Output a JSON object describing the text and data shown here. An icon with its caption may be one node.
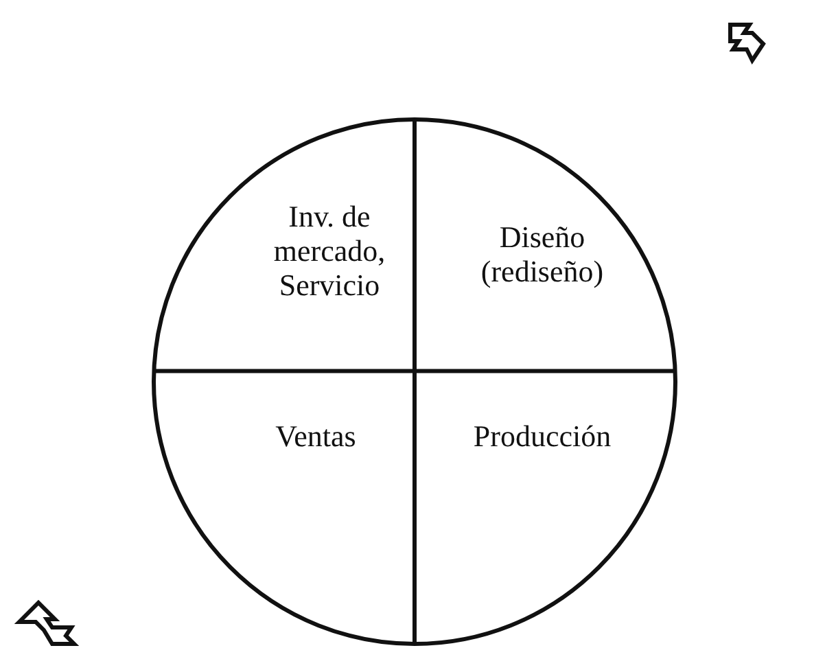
{
  "diagram": {
    "nodes": [
      {
        "text": [],
        "shape": "circle"
      },
      {
        "text": [
          "Inv. de mercado, Servicio"
        ],
        "in": 0
      },
      {
        "text": [
          "Diseño (rediseño)"
        ],
        "in": 0
      },
      {
        "text": [
          "Ventas"
        ],
        "in": 0
      },
      {
        "text": [
          "Producción"
        ],
        "in": 0
      }
    ]
  }
}
